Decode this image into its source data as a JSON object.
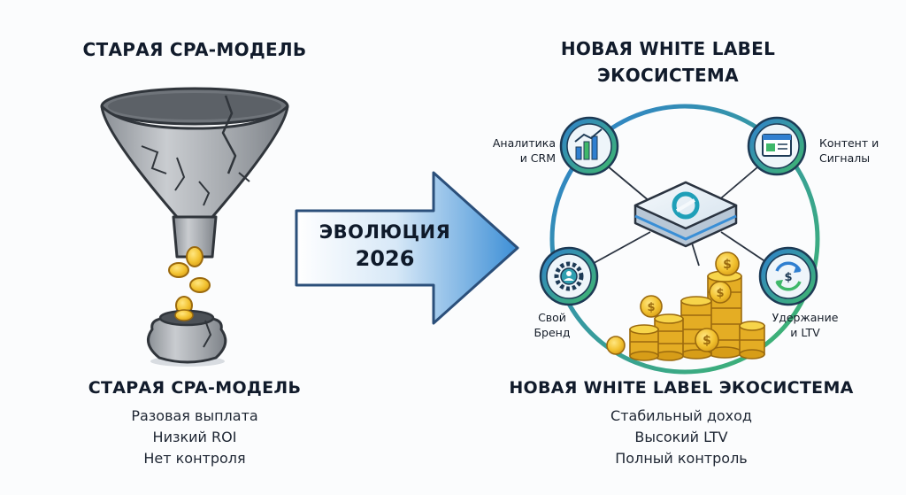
{
  "left": {
    "top_title": "СТАРАЯ CPA-МОДЕЛЬ",
    "bottom_title": "СТАРАЯ CPA-МОДЕЛЬ",
    "bullets": [
      "Разовая выплата",
      "Низкий ROI",
      "Нет контроля"
    ]
  },
  "arrow": {
    "line1": "ЭВОЛЮЦИЯ",
    "line2": "2026"
  },
  "right": {
    "top_title_line1": "НОВАЯ WHITE LABEL",
    "top_title_line2": "ЭКОСИСТЕМА",
    "bottom_title": "НОВАЯ WHITE LABEL ЭКОСИСТЕМА",
    "bullets": [
      "Стабильный доход",
      "Высокий LTV",
      "Полный контроль"
    ],
    "nodes": {
      "analytics": [
        "Аналитика",
        "и CRM"
      ],
      "content": [
        "Контент и",
        "Сигналы"
      ],
      "brand": [
        "Свой",
        "Бренд"
      ],
      "retention": [
        "Удержание",
        "и LTV"
      ]
    }
  },
  "colors": {
    "ring_start": "#2f7fd0",
    "ring_end": "#3fb86a",
    "arrow_start": "#ffffff",
    "arrow_end": "#3d8fd6",
    "coin": "#f2c230",
    "coin_edge": "#c98f12",
    "funnel": "#a9adb2",
    "node_fill": "#2b8fb0"
  },
  "icons": {
    "funnel": "cracked-funnel-icon",
    "pot": "cracked-pot-icon",
    "hub": "platform-hub-icon",
    "analytics": "bar-chart-icon",
    "content": "browser-window-icon",
    "brand": "gear-badge-icon",
    "retention": "refresh-dollar-icon"
  }
}
